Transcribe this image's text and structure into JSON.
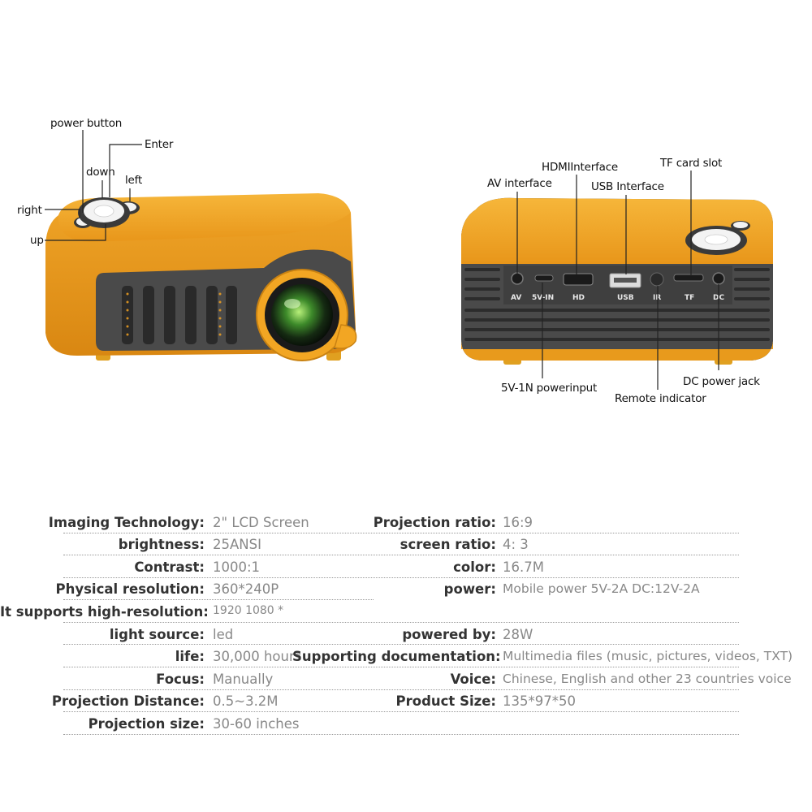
{
  "callouts": {
    "power_button": "power button",
    "enter": "Enter",
    "down": "down",
    "left": "left",
    "right": "right",
    "up": "up",
    "hdmi_interface": "HDMIInterface",
    "tf_card_slot": "TF card slot",
    "av_interface": "AV interface",
    "usb_interface": "USB Interface",
    "power_input": "5V-1N powerinput",
    "dc_power_jack": "DC power jack",
    "remote_indicator": "Remote indicator"
  },
  "ports": {
    "av": "AV",
    "5v_in": "5V-IN",
    "hd": "HD",
    "usb": "USB",
    "ir": "IR",
    "tf": "TF",
    "dc": "DC"
  },
  "specs_left": [
    {
      "key": "Imaging Technology:",
      "value": "2\" LCD Screen"
    },
    {
      "key": "brightness:",
      "value": "25ANSI"
    },
    {
      "key": "Contrast:",
      "value": "1000:1"
    },
    {
      "key": "Physical resolution:",
      "value": "360*240P"
    },
    {
      "key": "It supports high-resolution:",
      "value": "1920 1080 *"
    },
    {
      "key": "light source:",
      "value": "led"
    },
    {
      "key": "life:",
      "value": "30,000 hours"
    },
    {
      "key": "Focus:",
      "value": "Manually"
    },
    {
      "key": "Projection Distance:",
      "value": "0.5~3.2M"
    },
    {
      "key": "Projection size:",
      "value": "30-60 inches"
    }
  ],
  "specs_right": [
    {
      "key": "Projection ratio:",
      "value": "16:9"
    },
    {
      "key": "screen ratio:",
      "value": "4: 3"
    },
    {
      "key": "color:",
      "value": "16.7M"
    },
    {
      "key": "power:",
      "value": "Mobile power 5V-2A DC:12V-2A"
    },
    {
      "key": "powered by:",
      "value": "28W"
    },
    {
      "key": "Supporting documentation:",
      "value": "Multimedia files (music, pictures, videos, TXT)"
    },
    {
      "key": "Voice:",
      "value": "Chinese, English and other 23 countries voice"
    },
    {
      "key": "Product Size:",
      "value": "135*97*50"
    }
  ],
  "colors": {
    "body_orange": "#f2a623",
    "body_dark": "#4a4a4a",
    "spec_key": "#333333",
    "spec_value": "#888888"
  }
}
